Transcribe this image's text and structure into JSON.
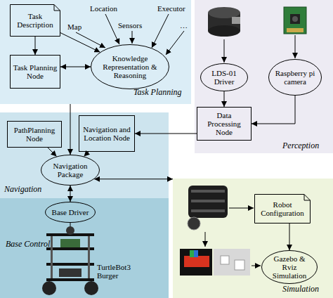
{
  "diagram": {
    "nodes": [
      {
        "text": [
          "Task Planning"
        ]
      },
      {
        "text": [
          "Task Description"
        ],
        "in": 0
      },
      {
        "text": [
          "Task Planning Node"
        ],
        "in": 0
      },
      {
        "text": [
          "Knowledge Representation & Reasoning"
        ],
        "in": 0
      },
      {
        "text": [
          "Perception"
        ]
      },
      {
        "text": [
          "LDS-01 Driver"
        ],
        "in": 4
      },
      {
        "text": [
          "Raspberry pi camera"
        ],
        "in": 4
      },
      {
        "text": [
          "Data Processing Node"
        ],
        "in": 4
      },
      {
        "text": [
          "Navigation"
        ]
      },
      {
        "text": [
          "PathPlanning Node"
        ],
        "in": 8
      },
      {
        "text": [
          "Navigation and Location Node"
        ],
        "in": 8
      },
      {
        "text": [
          "Navigation Package"
        ],
        "in": 8
      },
      {
        "text": [
          "Base Control"
        ]
      },
      {
        "text": [
          "Base Driver"
        ],
        "in": 12
      },
      {
        "text": [
          "Simulation"
        ]
      },
      {
        "text": [
          "Robot Configuration"
        ],
        "in": 14
      },
      {
        "text": [
          "Gazebo & Rviz Simulation"
        ],
        "in": 14
      }
    ],
    "edges": [
      {
        "from": 1,
        "to": 3,
        "arrow": "to"
      },
      {
        "from": 1,
        "to": 2,
        "arrow": "to"
      },
      {
        "from": 2,
        "to": 3,
        "arrow": "both"
      },
      {
        "from": 5,
        "to": 7,
        "arrow": "to"
      },
      {
        "from": 6,
        "to": 7,
        "arrow": "to"
      },
      {
        "from": 0,
        "to": 11,
        "arrow": "to"
      },
      {
        "from": 7,
        "to": 10,
        "arrow": "to"
      },
      {
        "from": 9,
        "to": 11,
        "arrow": "to"
      },
      {
        "from": 10,
        "to": 11,
        "arrow": "to"
      },
      {
        "from": 11,
        "to": 13,
        "arrow": "both"
      },
      {
        "from": 11,
        "to": 14,
        "arrow": "both"
      },
      {
        "from": 15,
        "to": 16,
        "arrow": "to"
      }
    ],
    "labels": [
      "Map",
      "Location",
      "Sensors",
      "Executor",
      "…",
      "TurtleBot3 Burger"
    ]
  }
}
